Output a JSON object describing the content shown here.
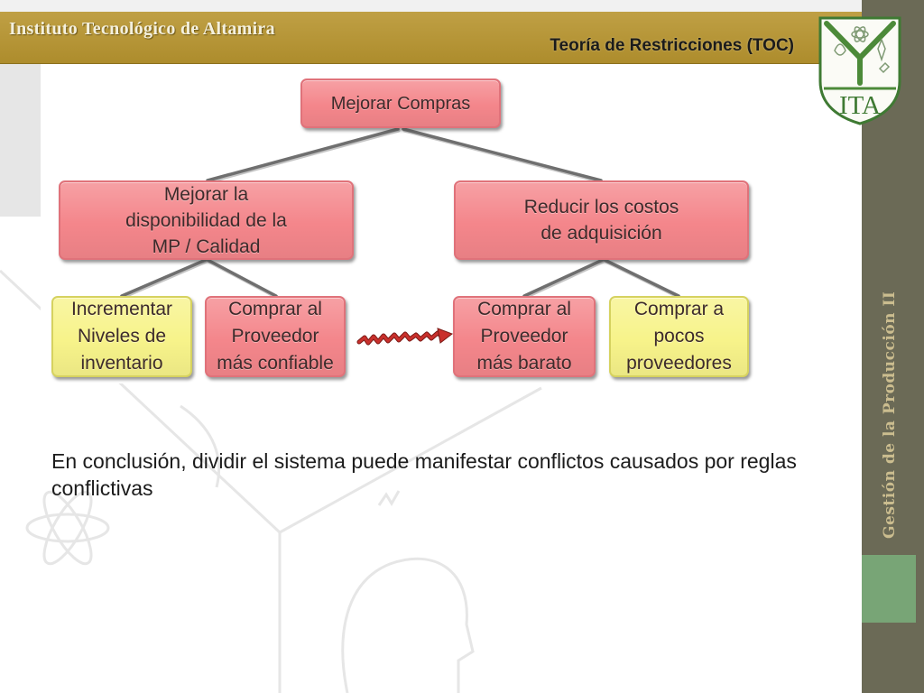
{
  "header": {
    "institution": "Instituto Tecnológico de Altamira",
    "title": "Teoría de Restricciones (TOC)"
  },
  "sidebar": {
    "course": "Gestión de la Producción II",
    "logo_text": "ITA"
  },
  "diagram": {
    "root": {
      "lines": [
        "Mejorar Compras"
      ]
    },
    "level2": [
      {
        "lines": [
          "Mejorar la",
          "disponibilidad de la",
          "MP / Calidad"
        ]
      },
      {
        "lines": [
          "Reducir los costos",
          "de adquisición"
        ]
      }
    ],
    "level3": [
      {
        "lines": [
          "Incrementar",
          "Niveles de",
          "inventario"
        ]
      },
      {
        "lines": [
          "Comprar al",
          "Proveedor",
          "más confiable"
        ]
      },
      {
        "lines": [
          "Comprar al",
          "Proveedor",
          "más barato"
        ]
      },
      {
        "lines": [
          "Comprar a",
          "pocos",
          "proveedores"
        ]
      }
    ]
  },
  "conclusion": "En conclusión, dividir el sistema puede manifestar conflictos causados por reglas conflictivas",
  "icons": {
    "logo": "ita-shield-logo-icon",
    "conflict": "red-squiggle-arrow-icon"
  },
  "colors": {
    "header_bar": "#b8952f",
    "sidebar": "#6b6a56",
    "sidebar_accent": "#78a576",
    "box_pink": "#f4868b",
    "box_yellow": "#f7f38a",
    "connector": "#6f6f6f",
    "conflict_arrow": "#c9302c"
  }
}
